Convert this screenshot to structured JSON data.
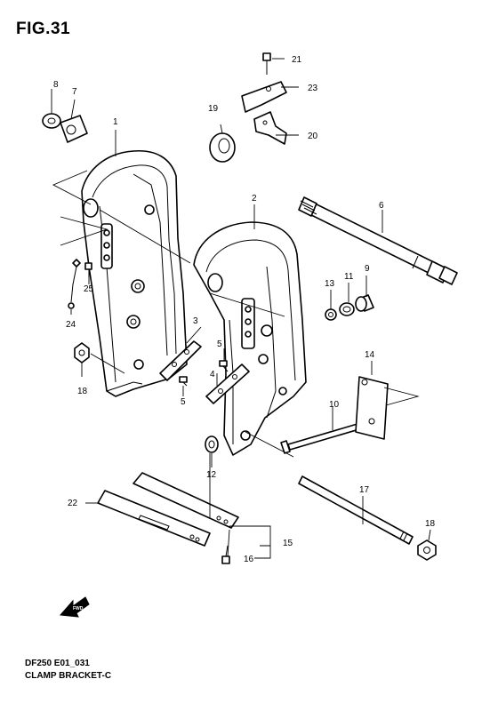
{
  "figure": {
    "title": "FIG.31"
  },
  "footer": {
    "model_code": "DF250 E01_031",
    "name": "CLAMP BRACKET-C"
  },
  "forward_arrow": {
    "text": "FWD"
  },
  "callouts": [
    {
      "id": "c1",
      "num": "1"
    },
    {
      "id": "c2",
      "num": "2"
    },
    {
      "id": "c3",
      "num": "3"
    },
    {
      "id": "c4",
      "num": "4"
    },
    {
      "id": "c5a",
      "num": "5"
    },
    {
      "id": "c5b",
      "num": "5"
    },
    {
      "id": "c6",
      "num": "6"
    },
    {
      "id": "c7",
      "num": "7"
    },
    {
      "id": "c8",
      "num": "8"
    },
    {
      "id": "c9",
      "num": "9"
    },
    {
      "id": "c10",
      "num": "10"
    },
    {
      "id": "c11",
      "num": "11"
    },
    {
      "id": "c12",
      "num": "12"
    },
    {
      "id": "c13",
      "num": "13"
    },
    {
      "id": "c14",
      "num": "14"
    },
    {
      "id": "c15",
      "num": "15"
    },
    {
      "id": "c16",
      "num": "16"
    },
    {
      "id": "c17",
      "num": "17"
    },
    {
      "id": "c18a",
      "num": "18"
    },
    {
      "id": "c18b",
      "num": "18"
    },
    {
      "id": "c19",
      "num": "19"
    },
    {
      "id": "c20",
      "num": "20"
    },
    {
      "id": "c21",
      "num": "21"
    },
    {
      "id": "c22",
      "num": "22"
    },
    {
      "id": "c23",
      "num": "23"
    },
    {
      "id": "c24",
      "num": "24"
    },
    {
      "id": "c25",
      "num": "25"
    }
  ]
}
